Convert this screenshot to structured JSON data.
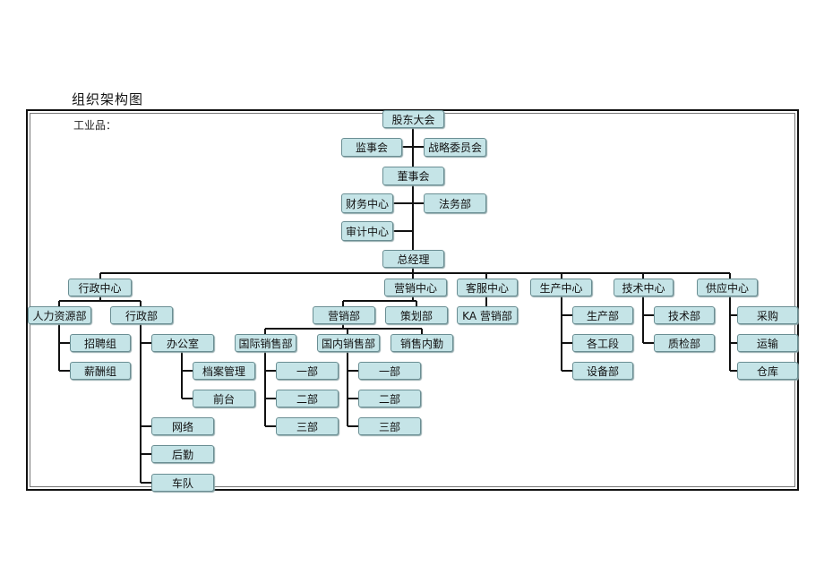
{
  "title": "组织架构图",
  "subtitle": "工业品：",
  "nodes": {
    "shareholders": "股东大会",
    "supervisory": "监事会",
    "strategy": "战略委员会",
    "board": "董事会",
    "finance": "财务中心",
    "legal": "法务部",
    "audit": "审计中心",
    "gm": "总经理",
    "admin_center": "行政中心",
    "hr": "人力资源部",
    "admin_dept": "行政部",
    "recruit": "招聘组",
    "salary": "薪酬组",
    "office": "办公室",
    "archives": "档案管理",
    "front_desk": "前台",
    "network": "网络",
    "logistics": "后勤",
    "fleet": "车队",
    "marketing_center": "营销中心",
    "sales_dept": "营销部",
    "planning": "策划部",
    "intl_sales": "国际销售部",
    "dom_sales": "国内销售部",
    "sales_internal": "销售内勤",
    "intl_1": "一部",
    "intl_2": "二部",
    "intl_3": "三部",
    "dom_1": "一部",
    "dom_2": "二部",
    "dom_3": "三部",
    "cs_center": "客服中心",
    "ka": "KA 营销部",
    "prod_center": "生产中心",
    "prod_dept": "生产部",
    "sections": "各工段",
    "equipment": "设备部",
    "tech_center": "技术中心",
    "tech_dept": "技术部",
    "qc": "质检部",
    "supply_center": "供应中心",
    "purchase": "采购",
    "transport": "运输",
    "warehouse": "仓库"
  }
}
